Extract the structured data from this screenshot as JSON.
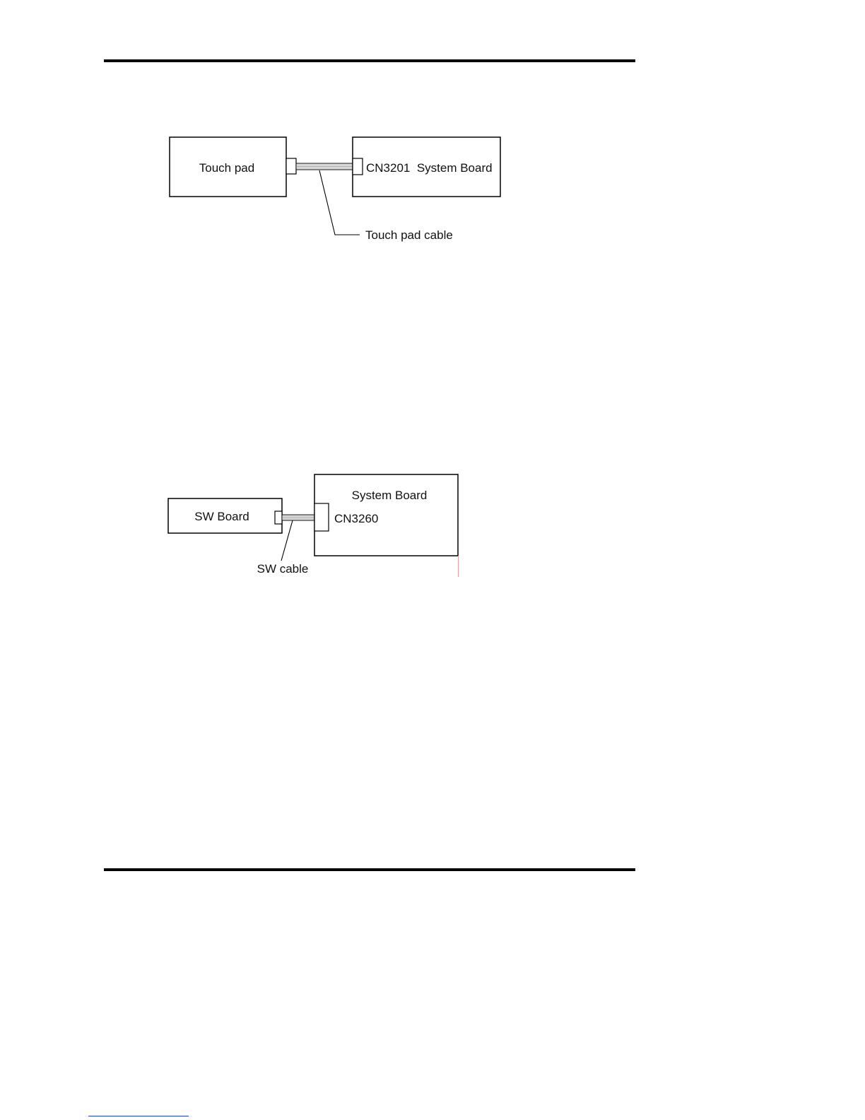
{
  "diagram1": {
    "touch_pad_label": "Touch pad",
    "system_board_label": "CN3201  System Board",
    "cable_label": "Touch pad cable"
  },
  "diagram2": {
    "sw_board_label": "SW Board",
    "system_board_label": "System Board",
    "connector_label": "CN3260",
    "cable_label": "SW cable"
  },
  "colors": {
    "line": "#000000",
    "cable_fill": "#d8d8d8",
    "footer_link": "#1f3fbf",
    "edge_mark": "#e8a0a8"
  }
}
